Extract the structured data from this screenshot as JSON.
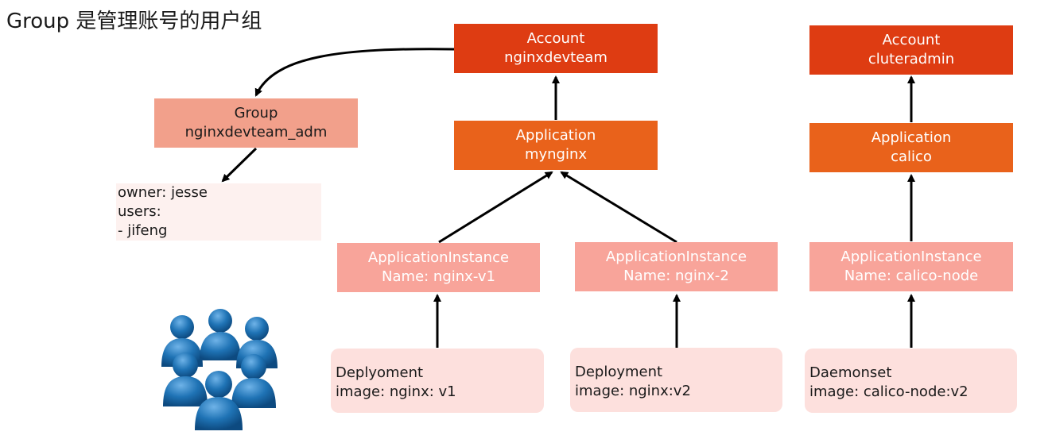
{
  "title": "Group 是管理账号的用户组",
  "accounts": [
    {
      "heading": "Account",
      "name": "nginxdevteam"
    },
    {
      "heading": "Account",
      "name": "cluteradmin"
    }
  ],
  "applications": [
    {
      "heading": "Application",
      "name": "mynginx"
    },
    {
      "heading": "Application",
      "name": "calico"
    }
  ],
  "group": {
    "heading": "Group",
    "name": "nginxdevteam_adm"
  },
  "group_details": {
    "owner": "owner: jesse",
    "users_label": "users:",
    "user_item": "- jifeng"
  },
  "instances": [
    {
      "heading": "ApplicationInstance",
      "name": "Name: nginx-v1"
    },
    {
      "heading": "ApplicationInstance",
      "name": "Name: nginx-2"
    },
    {
      "heading": "ApplicationInstance",
      "name": "Name: calico-node"
    }
  ],
  "workloads": [
    {
      "kind": "Deplyoment",
      "image": "image: nginx: v1"
    },
    {
      "kind": "Deployment",
      "image": "image: nginx:v2"
    },
    {
      "kind": "Daemonset",
      "image": "image: calico-node:v2"
    }
  ],
  "colors": {
    "account": "#de3c12",
    "application": "#e9621b",
    "group": "#f2a08b",
    "instance": "#f8a49a",
    "workload": "#fde0dd",
    "users_icon": "#1f73b5"
  },
  "icons": {
    "users": "user-group-icon"
  }
}
